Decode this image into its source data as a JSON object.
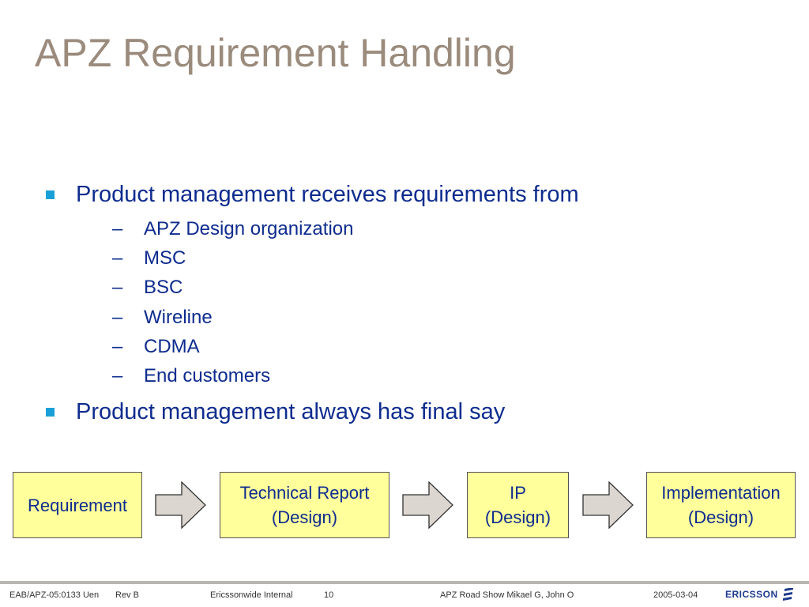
{
  "slide": {
    "title": "APZ Requirement Handling",
    "bullets": [
      {
        "text": "Product management receives requirements from",
        "sub": [
          "APZ Design organization",
          "MSC",
          "BSC",
          "Wireline",
          "CDMA",
          "End customers"
        ]
      },
      {
        "text": "Product management always has final say",
        "sub": []
      }
    ],
    "dash": "–"
  },
  "flow": {
    "steps": [
      {
        "line1": "Requirement",
        "line2": ""
      },
      {
        "line1": "Technical Report",
        "line2": "(Design)"
      },
      {
        "line1": "IP",
        "line2": "(Design)"
      },
      {
        "line1": "Implementation",
        "line2": "(Design)"
      }
    ]
  },
  "footer": {
    "doc_id": "EAB/APZ-05:0133 Uen",
    "rev": "Rev B",
    "classification": "Ericssonwide Internal",
    "page": "10",
    "event": "APZ Road Show Mikael G, John O",
    "date": "2005-03-04",
    "logo_text": "ERICSSON"
  },
  "colors": {
    "title": "#9a8b7c",
    "text": "#0e2c8e",
    "bullet_marker": "#1aa0d8",
    "box_fill": "#ffff9c",
    "arrow_fill": "#dcd6d0"
  }
}
